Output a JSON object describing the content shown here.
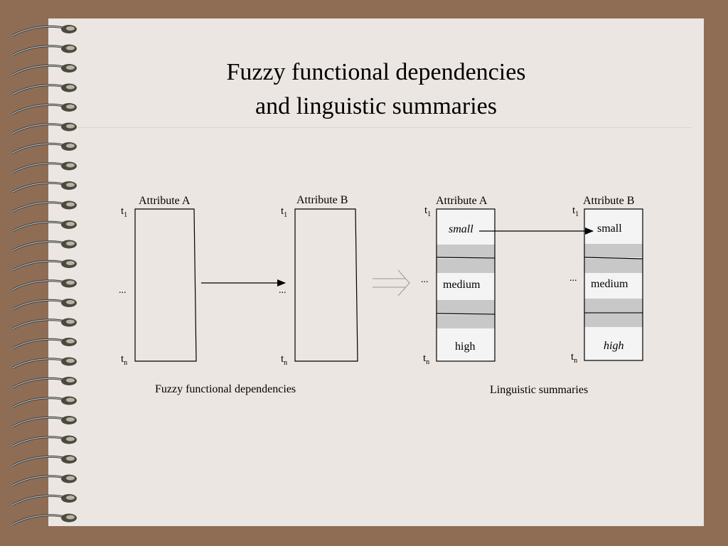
{
  "title": {
    "line1": "Fuzzy functional dependencies",
    "line2": "and linguistic summaries"
  },
  "left_panel": {
    "attribute_a": "Attribute A",
    "attribute_b": "Attribute B",
    "t1": "t",
    "t1_sub": "1",
    "tn": "t",
    "tn_sub": "n",
    "ellipsis": "...",
    "caption": "Fuzzy functional dependencies"
  },
  "right_panel": {
    "attribute_a": "Attribute A",
    "attribute_b": "Attribute B",
    "t1": "t",
    "t1_sub": "1",
    "tn": "t",
    "tn_sub": "n",
    "ellipsis": "...",
    "a_small": "small",
    "a_medium": "medium",
    "a_high": "high",
    "b_small": "small",
    "b_medium": "medium",
    "b_high": "high",
    "caption": "Linguistic summaries"
  },
  "colors": {
    "background": "#8f6d55",
    "slide": "#ebe6e2",
    "band": "#c8c8c8"
  },
  "decoration": {
    "binding": "spiral-binding-rings"
  }
}
